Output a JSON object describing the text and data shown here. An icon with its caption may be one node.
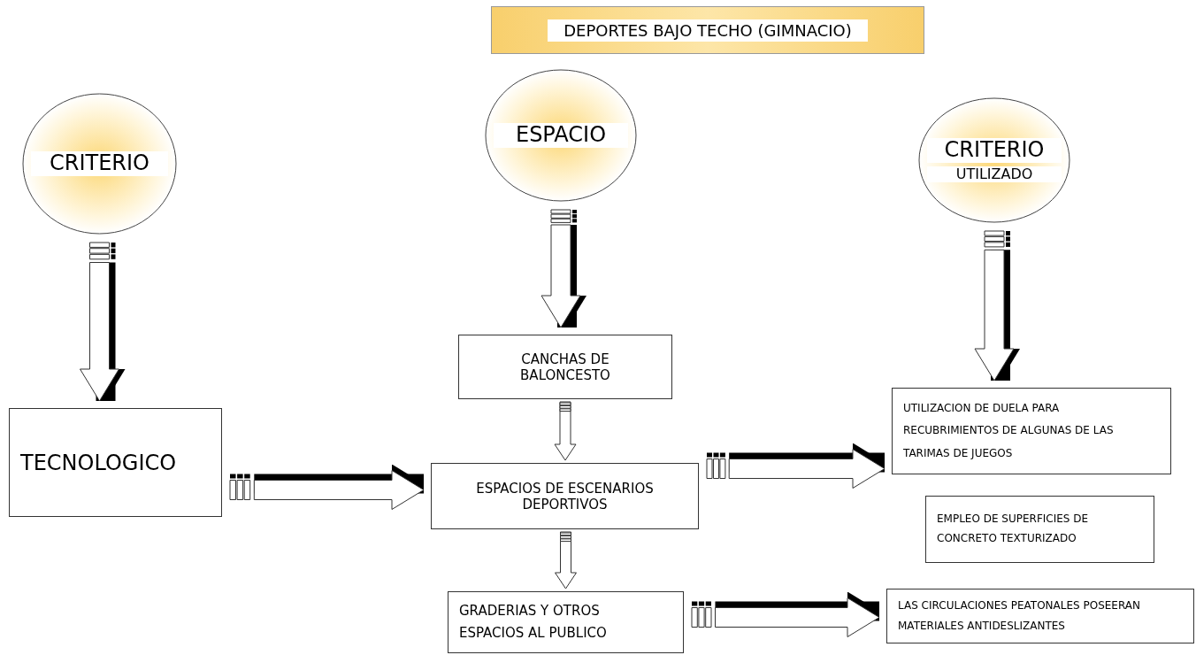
{
  "diagram": {
    "title": "DEPORTES BAJO TECHO (GIMNACIO)",
    "nodes": [
      {
        "text": [
          "CRITERIO"
        ]
      },
      {
        "text": [
          "ESPACIO"
        ]
      },
      {
        "text": [
          "CRITERIO",
          "UTILIZADO"
        ]
      },
      {
        "text": [
          "CANCHAS DE BALONCESTO"
        ]
      },
      {
        "text": [
          "TECNOLOGICO"
        ]
      },
      {
        "text": [
          "ESPACIOS DE ESCENARIOS DEPORTIVOS"
        ]
      },
      {
        "text": [
          "UTILIZACION DE DUELA PARA RECUBRIMIENTOS DE ALGUNAS DE LAS TARIMAS DE JUEGOS"
        ]
      },
      {
        "text": [
          "EMPLEO DE SUPERFICIES DE CONCRETO TEXTURIZADO"
        ]
      },
      {
        "text": [
          "GRADERIAS Y OTROS ESPACIOS AL PUBLICO"
        ]
      },
      {
        "text": [
          "LAS CIRCULACIONES PEATONALES POSEERAN MATERIALES ANTIDESLIZANTES"
        ]
      }
    ],
    "edges": [
      {
        "from": 0,
        "to": 4,
        "arrow": "to"
      },
      {
        "from": 1,
        "to": 3,
        "arrow": "to"
      },
      {
        "from": 2,
        "to": 6,
        "arrow": "to"
      },
      {
        "from": 3,
        "to": 5,
        "arrow": "to"
      },
      {
        "from": 5,
        "to": 8,
        "arrow": "to"
      },
      {
        "from": 4,
        "to": 5,
        "arrow": "to"
      },
      {
        "from": 5,
        "to": 6,
        "arrow": "to"
      },
      {
        "from": 8,
        "to": 9,
        "arrow": "to"
      }
    ]
  }
}
